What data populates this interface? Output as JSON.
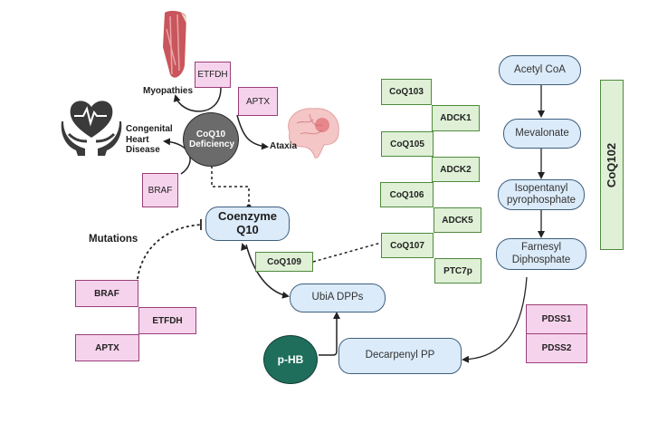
{
  "diagram": {
    "central": {
      "deficiency": "CoQ10 Deficiency",
      "coenzyme": "Coenzyme Q10"
    },
    "phenotypes": {
      "myopathies": "Myopathies",
      "ataxia": "Ataxia",
      "heart": "Congenital Heart Disease"
    },
    "phenotype_genes": {
      "etfdh": "ETFDH",
      "aptx": "APTX",
      "braf": "BRAF"
    },
    "mutations": {
      "label": "Mutations",
      "genes": [
        "BRAF",
        "ETFDH",
        "APTX"
      ]
    },
    "coq_genes": {
      "left": [
        "CoQ103",
        "CoQ105",
        "CoQ106",
        "CoQ107"
      ],
      "right": [
        "ADCK1",
        "ADCK2",
        "ADCK5",
        "PTC7p"
      ],
      "coq109": "CoQ109",
      "coq102": "CoQ102"
    },
    "mevalonate_pathway": [
      "Acetyl CoA",
      "Mevalonate",
      "Isopentanyl pyrophosphate",
      "Farnesyl Diphosphate"
    ],
    "pdss": [
      "PDSS1",
      "PDSS2"
    ],
    "synthesis": {
      "ubia": "UbiA DPPs",
      "decaprenyl": "Decarpenyl PP",
      "phb": "p-HB"
    },
    "icons": {
      "muscle": "muscle-icon",
      "brain": "brain-icon",
      "heart_hands": "heart-in-hands-icon"
    },
    "colors": {
      "pink_fill": "#f6d3ec",
      "pink_border": "#9a3f78",
      "green_fill": "#dff0d6",
      "green_border": "#4f8a3c",
      "blue_fill": "#dcebf9",
      "blue_border": "#3e5f7e",
      "deficiency_fill": "#6b6b6b",
      "phb_fill": "#1f6e5c"
    }
  }
}
